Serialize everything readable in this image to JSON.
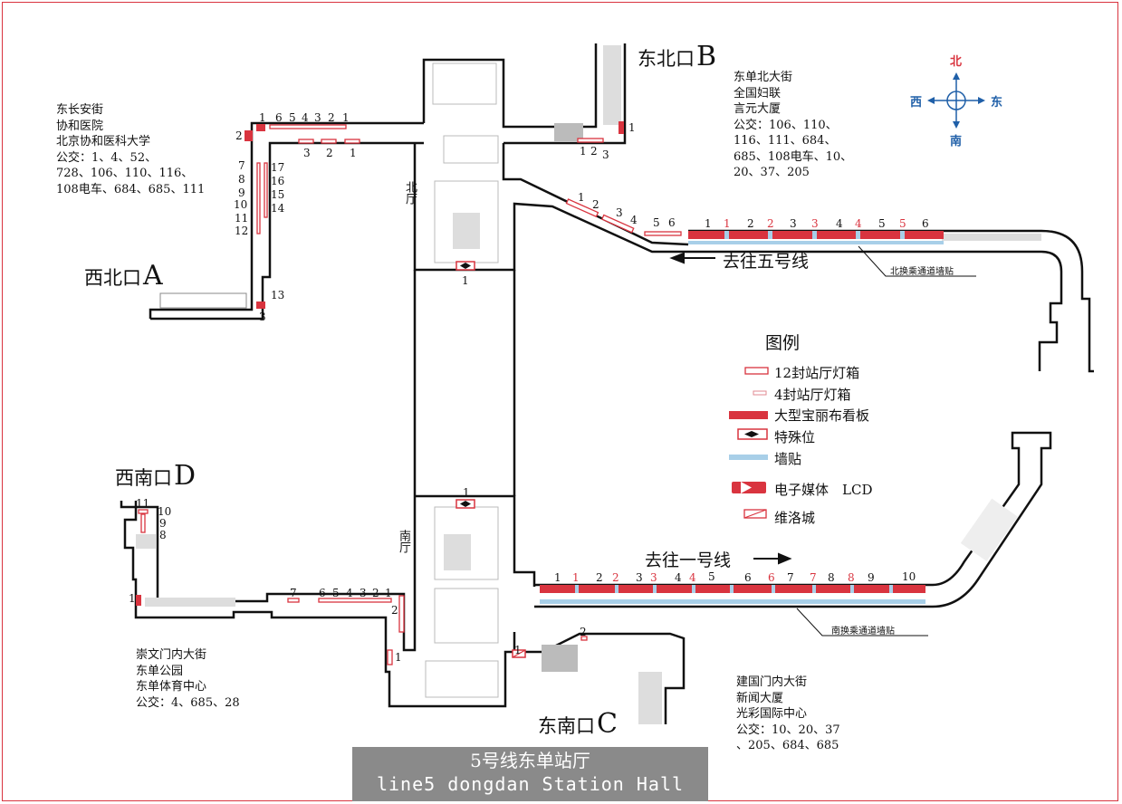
{
  "exits": {
    "a": {
      "label": "西北口",
      "letter": "A"
    },
    "b": {
      "label": "东北口",
      "letter": "B"
    },
    "c": {
      "label": "东南口",
      "letter": "C"
    },
    "d": {
      "label": "西南口",
      "letter": "D"
    }
  },
  "info": {
    "nw": [
      "东长安街",
      "协和医院",
      "北京协和医科大学",
      "公交：1、4、52、",
      "728、106、110、116、",
      "108电车、684、685、111"
    ],
    "ne": [
      "东单北大街",
      "全国妇联",
      "言元大厦",
      "公交：106、110、",
      "116、111、684、",
      "685、108电车、10、",
      "20、37、205"
    ],
    "sw": [
      "崇文门内大街",
      "东单公园",
      "东单体育中心",
      "公交：4、685、28"
    ],
    "se": [
      "建国门内大街",
      "新闻大厦",
      "光彩国际中心",
      "公交：10、20、37",
      "、205、684、685"
    ]
  },
  "halls": {
    "north": "北厅",
    "south": "南厅"
  },
  "directions": {
    "line5": "去往五号线",
    "line1": "去往一号线"
  },
  "notes": {
    "north_wall": "北换乘通道墙贴",
    "south_wall": "南换乘通道墙贴"
  },
  "compass": {
    "n": "北",
    "s": "南",
    "e": "东",
    "w": "西"
  },
  "legend": {
    "title": "图例",
    "items": [
      "12封站厅灯箱",
      "4封站厅灯箱",
      "大型宝丽布看板",
      "特殊位",
      "墙贴",
      "电子媒体　LCD",
      "维洛城"
    ]
  },
  "labels": {
    "a_top_row": [
      "1",
      "6",
      "5",
      "4",
      "3",
      "2",
      "1"
    ],
    "a_second_row": [
      "3",
      "2",
      "1"
    ],
    "a_left_col": [
      "7",
      "8",
      "9",
      "10",
      "11",
      "12"
    ],
    "a_right_col": [
      "17",
      "16",
      "15",
      "14"
    ],
    "a_misc": {
      "two": "2",
      "three": "3",
      "thirteen": "13"
    },
    "b_misc": {
      "one": "1",
      "row": [
        "1",
        "2",
        "3"
      ]
    },
    "b_corridor": [
      "1",
      "2",
      "3",
      "4",
      "5",
      "6"
    ],
    "north_hall_one": "1",
    "south_hall_one": "1",
    "n_billboards": [
      {
        "t": "1",
        "red": false
      },
      {
        "t": "1",
        "red": true
      },
      {
        "t": "2",
        "red": false
      },
      {
        "t": "2",
        "red": true
      },
      {
        "t": "3",
        "red": false
      },
      {
        "t": "3",
        "red": true
      },
      {
        "t": "4",
        "red": false
      },
      {
        "t": "4",
        "red": true
      },
      {
        "t": "5",
        "red": false
      },
      {
        "t": "5",
        "red": true
      },
      {
        "t": "6",
        "red": false
      }
    ],
    "s_billboards": [
      {
        "t": "1",
        "red": false
      },
      {
        "t": "1",
        "red": true
      },
      {
        "t": "2",
        "red": false
      },
      {
        "t": "2",
        "red": true
      },
      {
        "t": "3",
        "red": false
      },
      {
        "t": "3",
        "red": true
      },
      {
        "t": "4",
        "red": false
      },
      {
        "t": "4",
        "red": true
      },
      {
        "t": "5",
        "red": false
      },
      {
        "t": "6",
        "red": false
      },
      {
        "t": "6",
        "red": true
      },
      {
        "t": "7",
        "red": false
      },
      {
        "t": "7",
        "red": true
      },
      {
        "t": "8",
        "red": false
      },
      {
        "t": "8",
        "red": true
      },
      {
        "t": "9",
        "red": false
      },
      {
        "t": "10",
        "red": false
      }
    ],
    "d_col": [
      "11",
      "10",
      "9",
      "8"
    ],
    "d_row": [
      "7",
      "6",
      "5",
      "4",
      "3",
      "2",
      "1"
    ],
    "d_misc": {
      "one": "1",
      "two": "2",
      "one_b": "1"
    },
    "c_misc": {
      "one": "1",
      "two": "2"
    }
  },
  "title": {
    "cn": "5号线东单站厅",
    "en": "line5 dongdan Station Hall"
  },
  "colors": {
    "accent": "#d9343f",
    "wall_sticker": "#a8cfe8",
    "title_bg": "#8a8a8a",
    "compass": "#1f5fa8"
  }
}
